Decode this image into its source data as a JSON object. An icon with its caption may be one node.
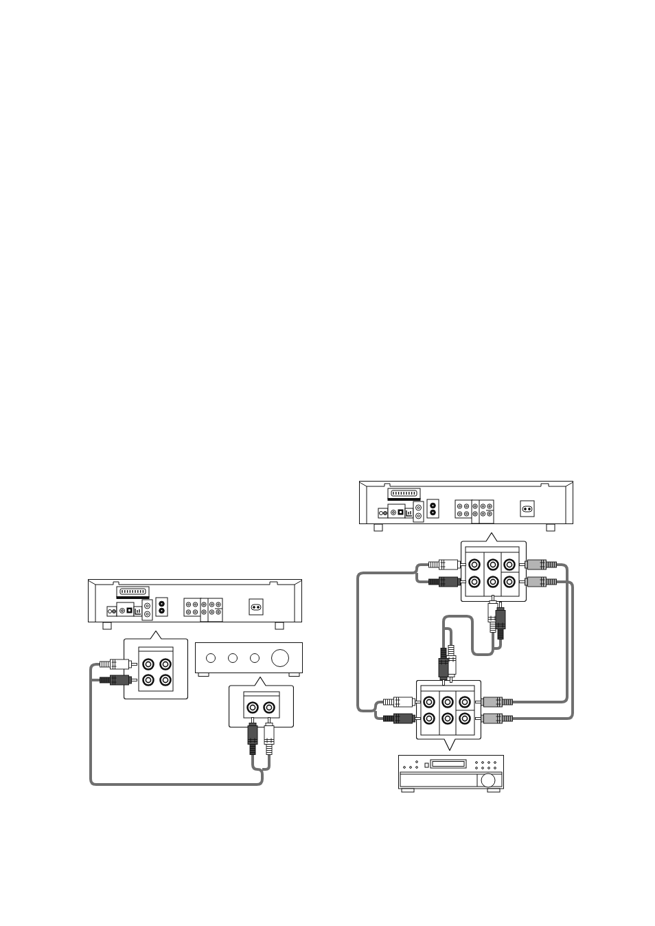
{
  "diagram": {
    "nodes": [
      {
        "text": [],
        "shape": "picture"
      },
      {
        "text": [],
        "shape": "box"
      },
      {
        "text": [],
        "shape": "picture"
      },
      {
        "text": [],
        "shape": "box"
      },
      {
        "text": [],
        "shape": "picture"
      },
      {
        "text": [],
        "shape": "box"
      },
      {
        "text": [],
        "shape": "box"
      },
      {
        "text": [],
        "shape": "picture"
      }
    ],
    "edges": [
      {
        "from": 1,
        "to": 3,
        "arrow": "other"
      },
      {
        "from": 5,
        "to": 6,
        "arrow": "other"
      },
      {
        "from": 5,
        "to": 6,
        "arrow": "other"
      },
      {
        "from": 5,
        "to": 6,
        "arrow": "other"
      },
      {
        "from": 5,
        "to": 6,
        "arrow": "other"
      }
    ]
  }
}
